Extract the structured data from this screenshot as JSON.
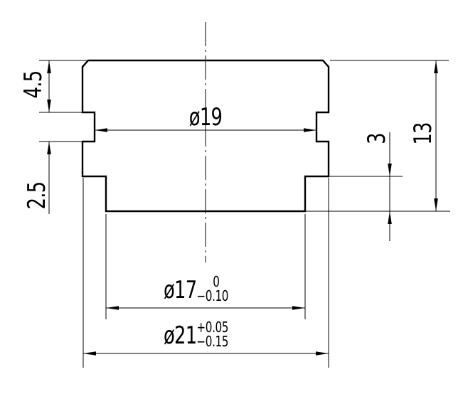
{
  "drawing": {
    "type": "mechanical part cross-section",
    "background_color": "#ffffff",
    "line_color": "#000000",
    "dims": {
      "top_section_height": "4.5",
      "groove_height": "2.5",
      "groove_diameter": "ø19",
      "base_step_height": "3",
      "total_height": "13",
      "inner_diameter": {
        "nominal": "ø17",
        "tol_upper": "0",
        "tol_lower": "−0.10"
      },
      "outer_diameter": {
        "nominal": "ø21",
        "tol_upper": "+0.05",
        "tol_lower": "−0.15"
      }
    }
  }
}
